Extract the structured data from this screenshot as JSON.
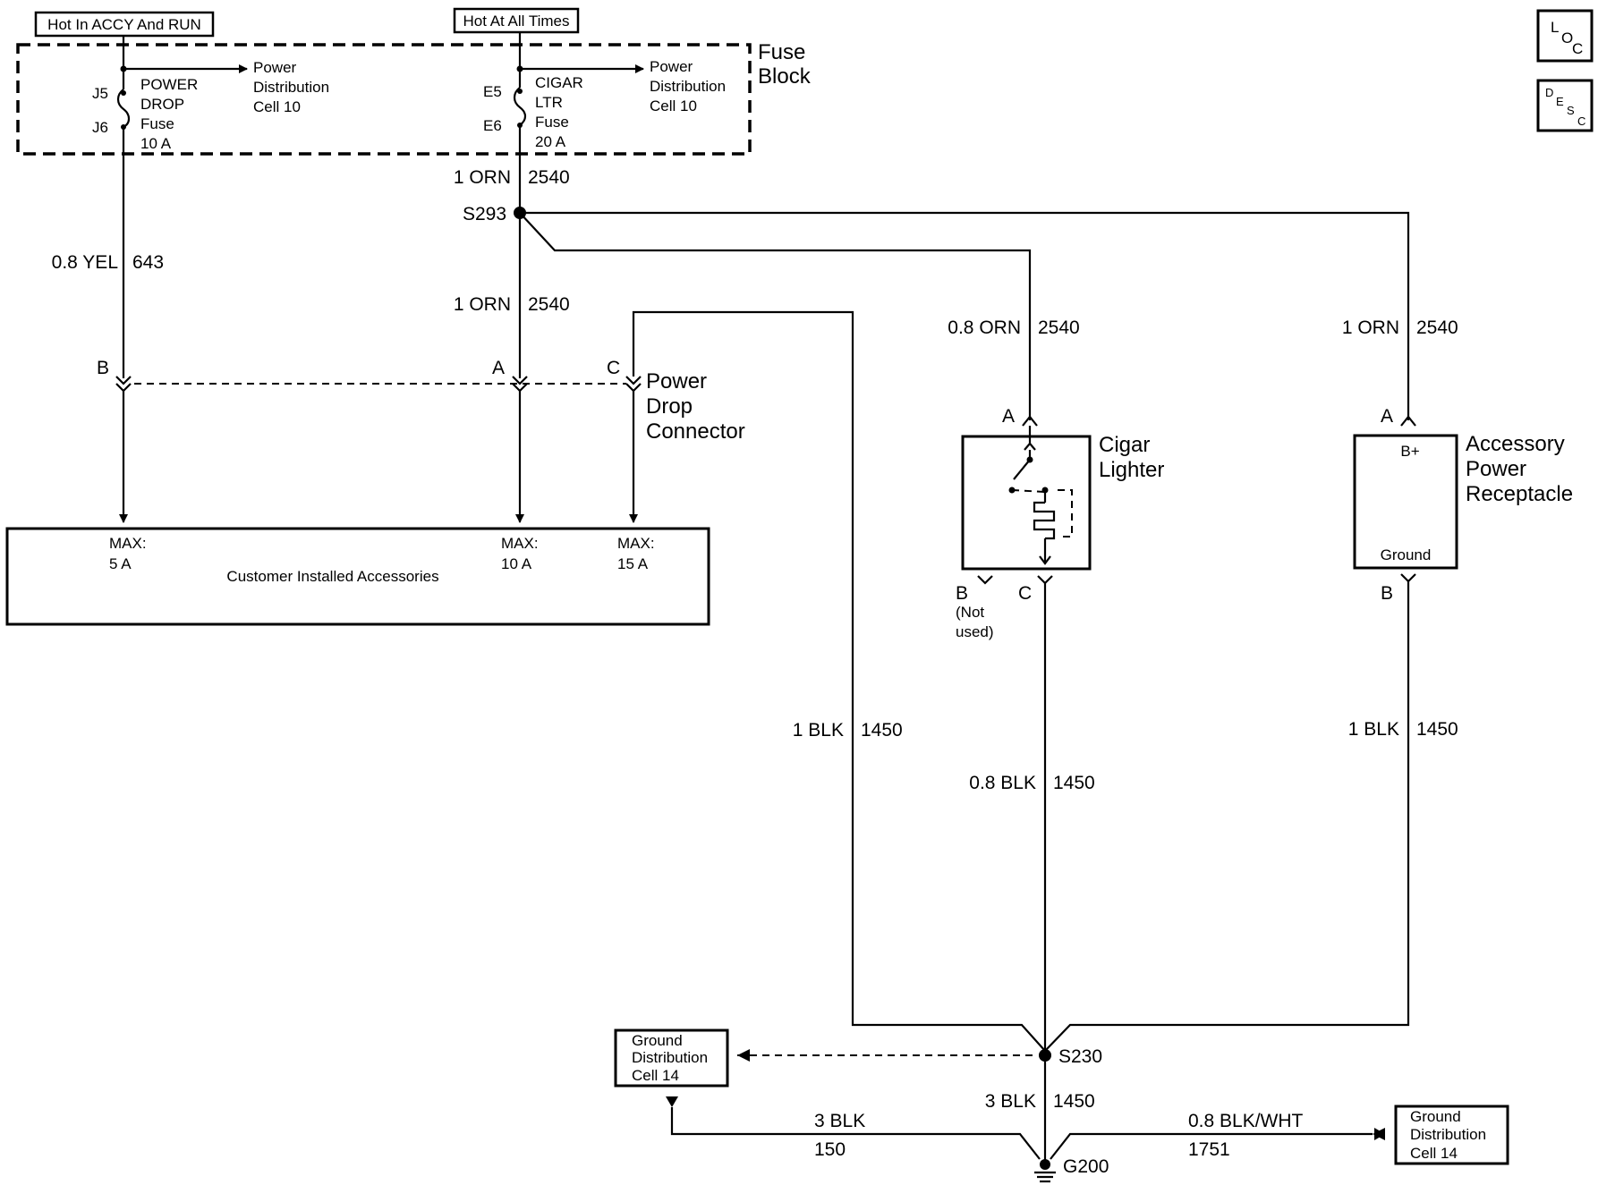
{
  "header": {
    "hot_accy_run": "Hot In ACCY And RUN",
    "hot_all_times": "Hot At All Times",
    "loc_icon": {
      "l": "L",
      "o": "O",
      "c": "C"
    },
    "desc_icon": {
      "d": "D",
      "e": "E",
      "s": "S",
      "c": "C"
    }
  },
  "fuse_block": {
    "title_line1": "Fuse",
    "title_line2": "Block",
    "power_drop_fuse": {
      "j5": "J5",
      "j6": "J6",
      "line1": "POWER",
      "line2": "DROP",
      "line3": "Fuse",
      "line4": "10 A"
    },
    "cigar_fuse": {
      "e5": "E5",
      "e6": "E6",
      "line1": "CIGAR",
      "line2": "LTR",
      "line3": "Fuse",
      "line4": "20 A"
    },
    "pdc_left": {
      "line1": "Power",
      "line2": "Distribution",
      "line3": "Cell 10"
    },
    "pdc_right": {
      "line1": "Power",
      "line2": "Distribution",
      "line3": "Cell 10"
    }
  },
  "wires": {
    "orn_top": {
      "label": "1 ORN",
      "circuit": "2540"
    },
    "splice_s293": "S293",
    "yel": {
      "label": "0.8 YEL",
      "circuit": "643"
    },
    "orn_mid": {
      "label": "1 ORN",
      "circuit": "2540"
    },
    "orn_lighter": {
      "label": "0.8 ORN",
      "circuit": "2540"
    },
    "orn_receptacle": {
      "label": "1 ORN",
      "circuit": "2540"
    },
    "blk_connector": {
      "label": "1 BLK",
      "circuit": "1450"
    },
    "blk_lighter": {
      "label": "0.8 BLK",
      "circuit": "1450"
    },
    "blk_receptacle": {
      "label": "1 BLK",
      "circuit": "1450"
    },
    "blk_s230": {
      "label": "3 BLK",
      "circuit": "1450"
    },
    "blk_150": {
      "label": "3 BLK",
      "circuit": "150"
    },
    "blk_wht": {
      "label": "0.8 BLK/WHT",
      "circuit": "1751"
    }
  },
  "power_drop_connector": {
    "pin_b": "B",
    "pin_a": "A",
    "pin_c": "C",
    "line1": "Power",
    "line2": "Drop",
    "line3": "Connector"
  },
  "accessories": {
    "title": "Customer Installed Accessories",
    "max1": {
      "l1": "MAX:",
      "l2": "5 A"
    },
    "max2": {
      "l1": "MAX:",
      "l2": "10 A"
    },
    "max3": {
      "l1": "MAX:",
      "l2": "15 A"
    }
  },
  "cigar_lighter": {
    "line1": "Cigar",
    "line2": "Lighter",
    "pin_a": "A",
    "pin_b": "B",
    "pin_c": "C",
    "not_used1": "(Not",
    "not_used2": "used)"
  },
  "receptacle": {
    "line1": "Accessory",
    "line2": "Power",
    "line3": "Receptacle",
    "bplus": "B+",
    "ground": "Ground",
    "pin_a": "A",
    "pin_b": "B"
  },
  "grounds": {
    "s230": "S230",
    "g200": "G200",
    "gd_left": {
      "l1": "Ground",
      "l2": "Distribution",
      "l3": "Cell 14"
    },
    "gd_right": {
      "l1": "Ground",
      "l2": "Distribution",
      "l3": "Cell 14"
    }
  }
}
